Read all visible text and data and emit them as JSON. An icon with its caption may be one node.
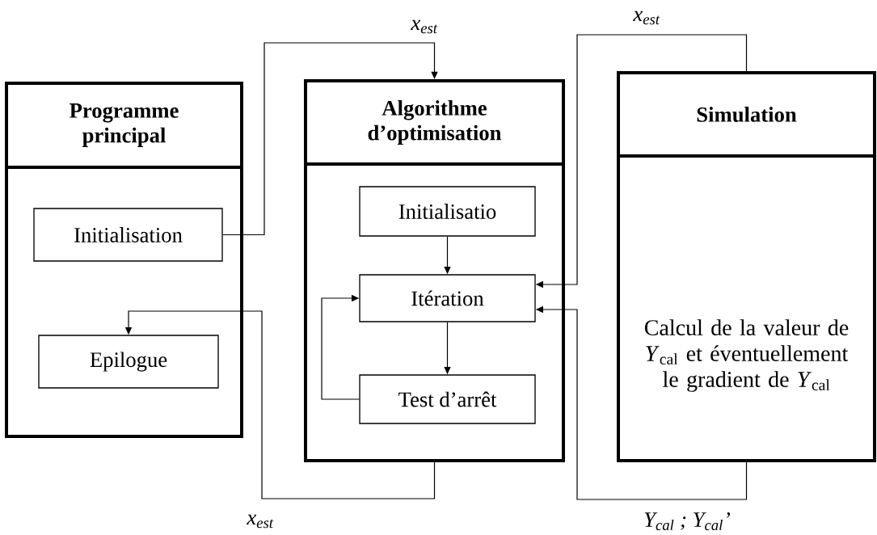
{
  "diagram": {
    "nodes": [
      {
        "text": [
          "Programme principal"
        ]
      },
      {
        "text": [
          "Initialisation"
        ],
        "in": 0
      },
      {
        "text": [
          "Epilogue"
        ],
        "in": 0
      },
      {
        "text": [
          "Algorithme d’optimisation"
        ]
      },
      {
        "text": [
          "Initialisatio"
        ],
        "in": 3
      },
      {
        "text": [
          "Itération"
        ],
        "in": 3
      },
      {
        "text": [
          "Test d’arrêt"
        ],
        "in": 3
      },
      {
        "text": [
          "Simulation",
          "Calcul de la valeur de *Y*$_{cal}$ et éventuellement le gradient de *Y*$_{cal}$"
        ]
      }
    ],
    "edges": [
      {
        "from": 1,
        "to": 3,
        "arrow": "to",
        "label": "x$_{est}$"
      },
      {
        "from": 7,
        "to": 5,
        "arrow": "to",
        "label": "x$_{est}$"
      },
      {
        "from": 4,
        "to": 5,
        "arrow": "to"
      },
      {
        "from": 5,
        "to": 6,
        "arrow": "to"
      },
      {
        "from": 6,
        "to": 5,
        "arrow": "to"
      },
      {
        "from": 3,
        "to": 2,
        "arrow": "to",
        "label": "x$_{est}$"
      },
      {
        "from": 7,
        "to": 5,
        "arrow": "to",
        "label": "Y$_{cal}$ ; Y$_{cal}$’"
      }
    ]
  }
}
